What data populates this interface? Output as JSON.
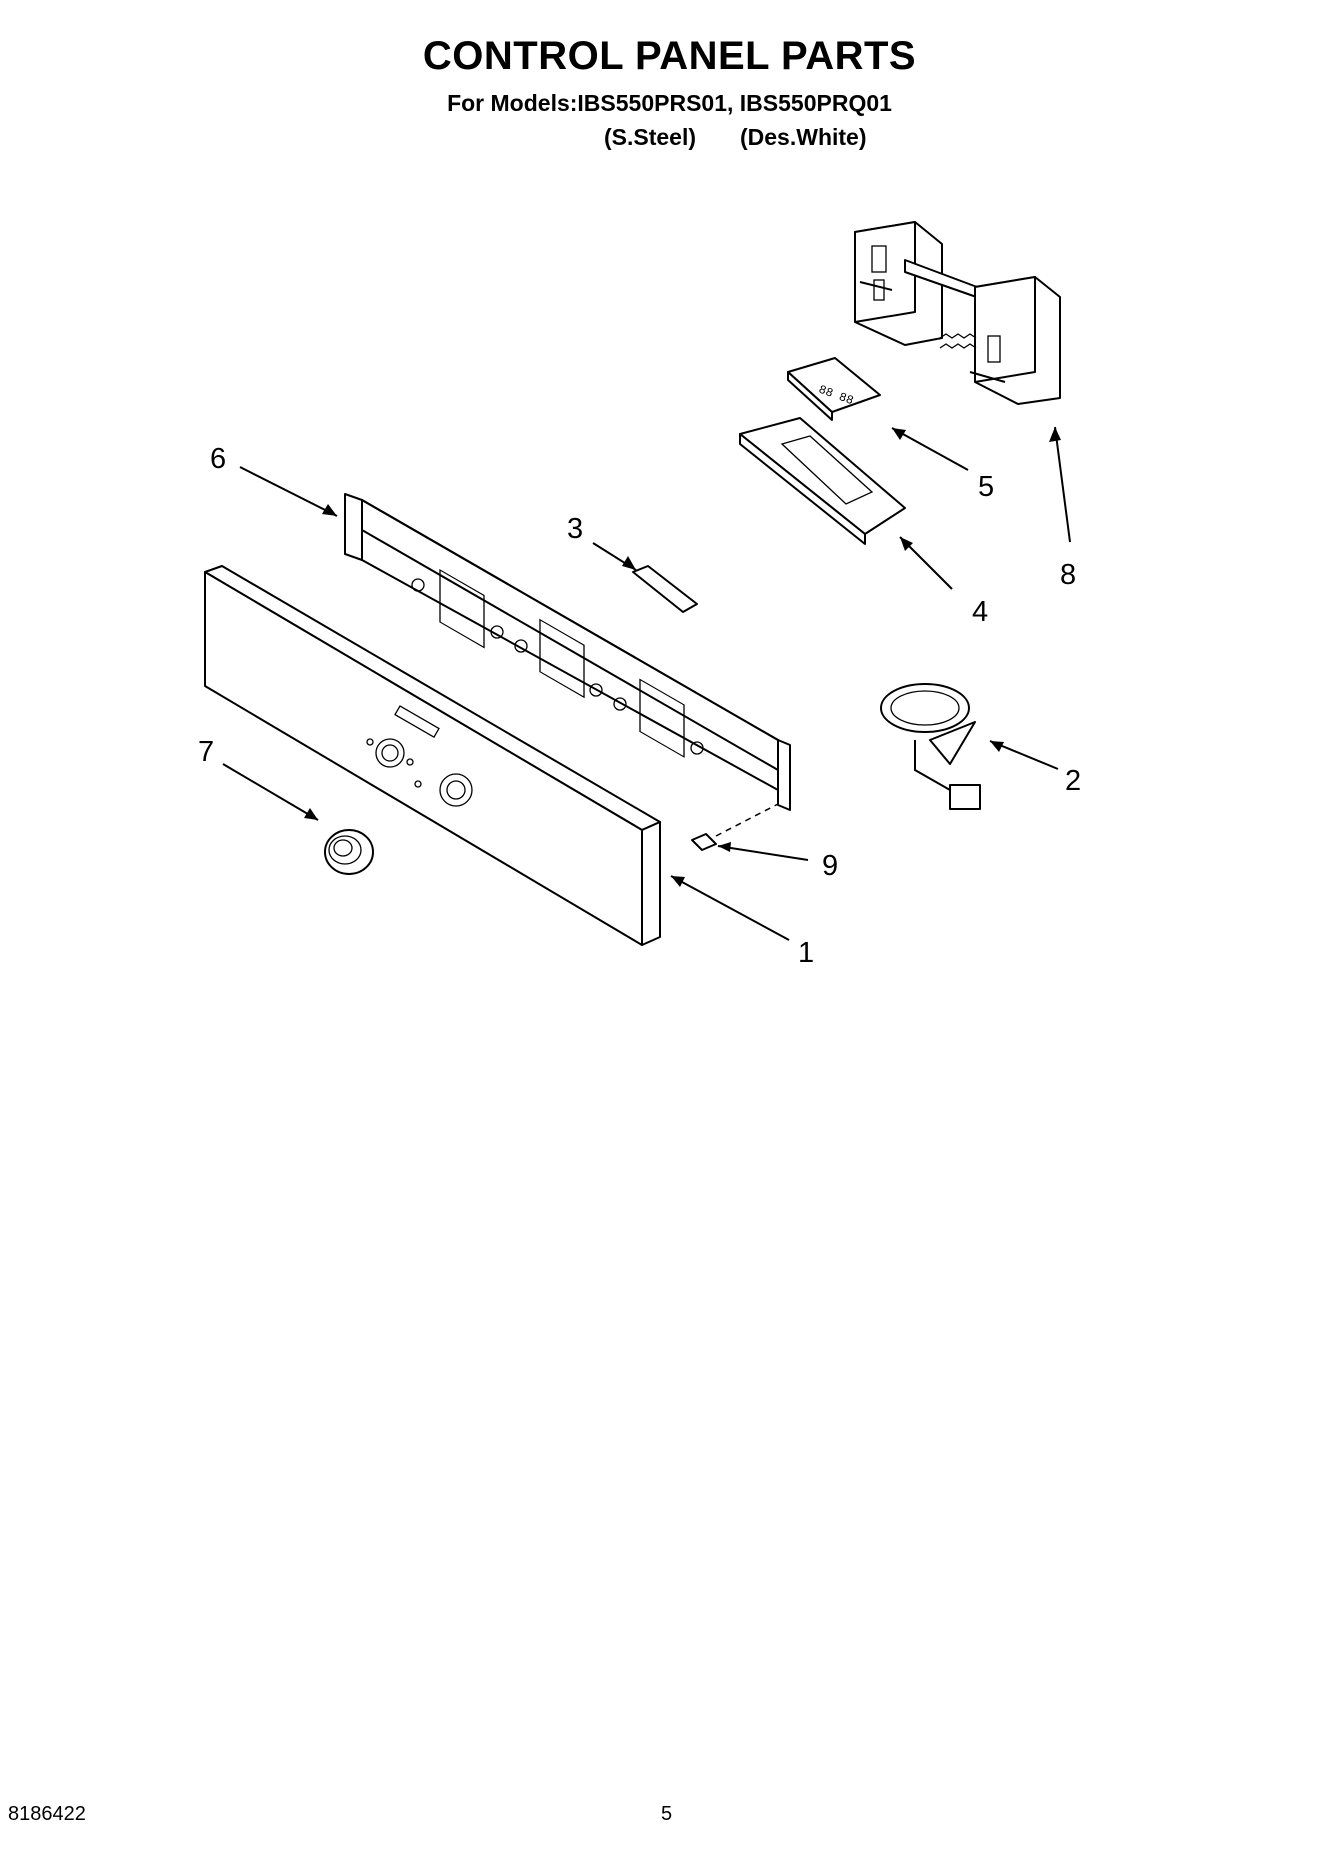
{
  "page": {
    "title": "CONTROL PANEL PARTS",
    "subtitle": "For Models:IBS550PRS01, IBS550PRQ01",
    "variant_1": "(S.Steel)",
    "variant_2": "(Des.White)",
    "doc_number": "8186422",
    "page_number": "5"
  },
  "callouts": {
    "c1": "1",
    "c2": "2",
    "c3": "3",
    "c4": "4",
    "c5": "5",
    "c6": "6",
    "c7": "7",
    "c8": "8",
    "c9": "9"
  },
  "display_digits": "88  88"
}
